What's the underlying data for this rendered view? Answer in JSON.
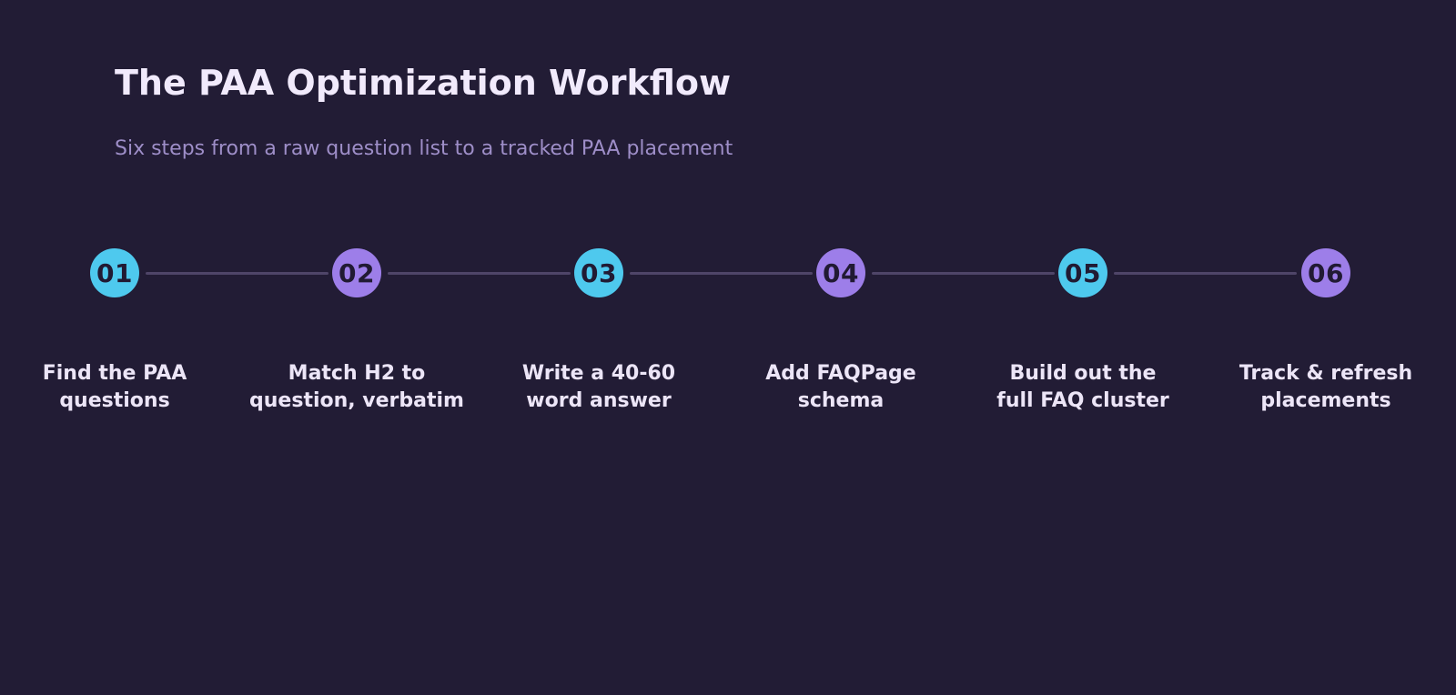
{
  "header": {
    "title": "The PAA Optimization Workflow",
    "subtitle": "Six steps from a raw question list to a tracked PAA placement"
  },
  "colors": {
    "background": "#221c35",
    "accent_cyan": "#4ec9ee",
    "accent_purple": "#9d7ee9",
    "connector": "#4f4568"
  },
  "steps": [
    {
      "number": "01",
      "line1": "Find the PAA",
      "line2": "questions",
      "color": "#4ec9ee"
    },
    {
      "number": "02",
      "line1": "Match H2 to",
      "line2": "question, verbatim",
      "color": "#9d7ee9"
    },
    {
      "number": "03",
      "line1": "Write a 40-60",
      "line2": "word answer",
      "color": "#4ec9ee"
    },
    {
      "number": "04",
      "line1": "Add FAQPage",
      "line2": "schema",
      "color": "#9d7ee9"
    },
    {
      "number": "05",
      "line1": "Build out the",
      "line2": "full FAQ cluster",
      "color": "#4ec9ee"
    },
    {
      "number": "06",
      "line1": "Track & refresh",
      "line2": "placements",
      "color": "#9d7ee9"
    }
  ]
}
